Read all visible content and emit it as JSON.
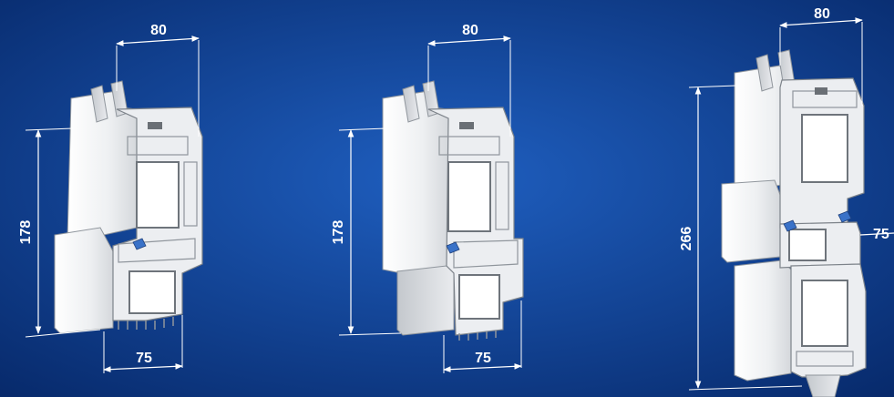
{
  "figure": {
    "background": {
      "center": "#1f5fc0",
      "edge": "#07296a"
    },
    "profile_colors": {
      "face": "#f4f5f6",
      "shade": "#c9ccd0",
      "line": "#8f959c",
      "seal": "#6a6f75",
      "gasket_blue": "#3a72c8"
    },
    "dimension_color": "#ffffff",
    "profiles": [
      {
        "id": "profile-1",
        "dimensions": {
          "top_width": "80",
          "height": "178",
          "bottom_width": "75"
        }
      },
      {
        "id": "profile-2",
        "dimensions": {
          "top_width": "80",
          "height": "178",
          "bottom_width": "75"
        }
      },
      {
        "id": "profile-3",
        "dimensions": {
          "top_width": "80",
          "height": "266",
          "side_width": "75"
        }
      }
    ]
  }
}
